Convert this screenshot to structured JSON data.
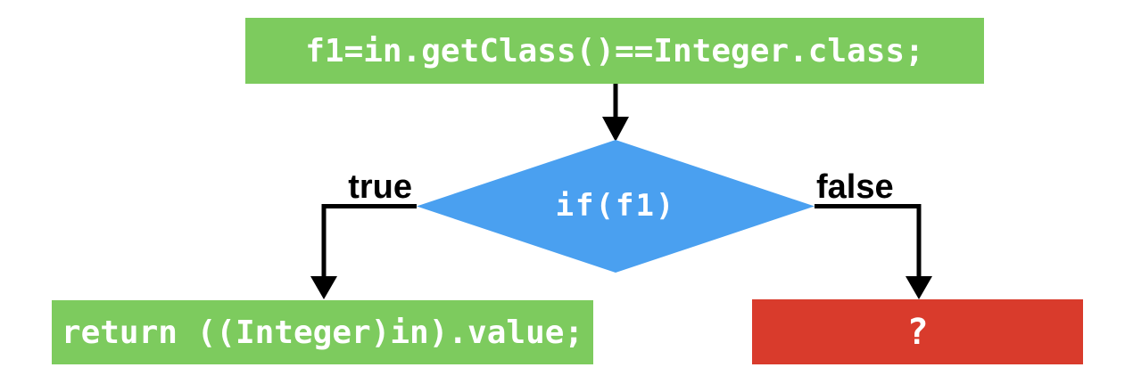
{
  "colors": {
    "node-green": "#7dcb5e",
    "node-blue": "#4aa0f0",
    "node-red": "#d93b2c",
    "line-black": "#000000",
    "text-white": "#ffffff",
    "label-black": "#000000"
  },
  "flowchart": {
    "start_node": {
      "text": "f1=in.getClass()==Integer.class;"
    },
    "decision_node": {
      "text": "if(f1)"
    },
    "true_branch": {
      "label": "true",
      "node_text": "return ((Integer)in).value;"
    },
    "false_branch": {
      "label": "false",
      "node_text": "?"
    }
  }
}
